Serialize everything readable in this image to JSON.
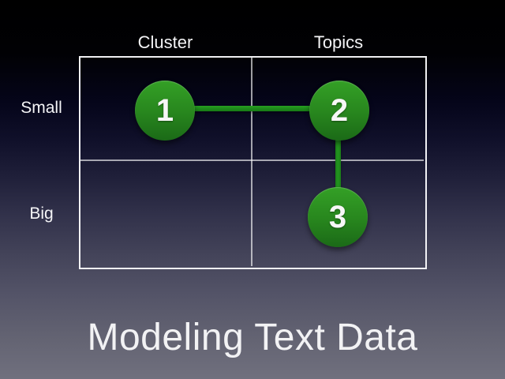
{
  "slide": {
    "title": "Modeling Text Data",
    "colors": {
      "background_top": "#000000",
      "background_bottom": "#70707e",
      "grid_border": "#fafafd",
      "node_green_top": "#34a026",
      "node_green_bottom": "#1b6a17",
      "connector_green": "#1f8c1c",
      "label_text": "#f4f4f6"
    },
    "matrix": {
      "column_headers": [
        {
          "label": "Cluster"
        },
        {
          "label": "Topics"
        }
      ],
      "row_headers": [
        {
          "label": "Small"
        },
        {
          "label": "Big"
        }
      ],
      "nodes": [
        {
          "label": "1",
          "row": "Small",
          "column": "Cluster"
        },
        {
          "label": "2",
          "row": "Small",
          "column": "Topics"
        },
        {
          "label": "3",
          "row": "Big",
          "column": "Topics"
        }
      ],
      "edges": [
        {
          "from": "1",
          "to": "2",
          "orientation": "horizontal"
        },
        {
          "from": "2",
          "to": "3",
          "orientation": "vertical"
        }
      ]
    }
  }
}
